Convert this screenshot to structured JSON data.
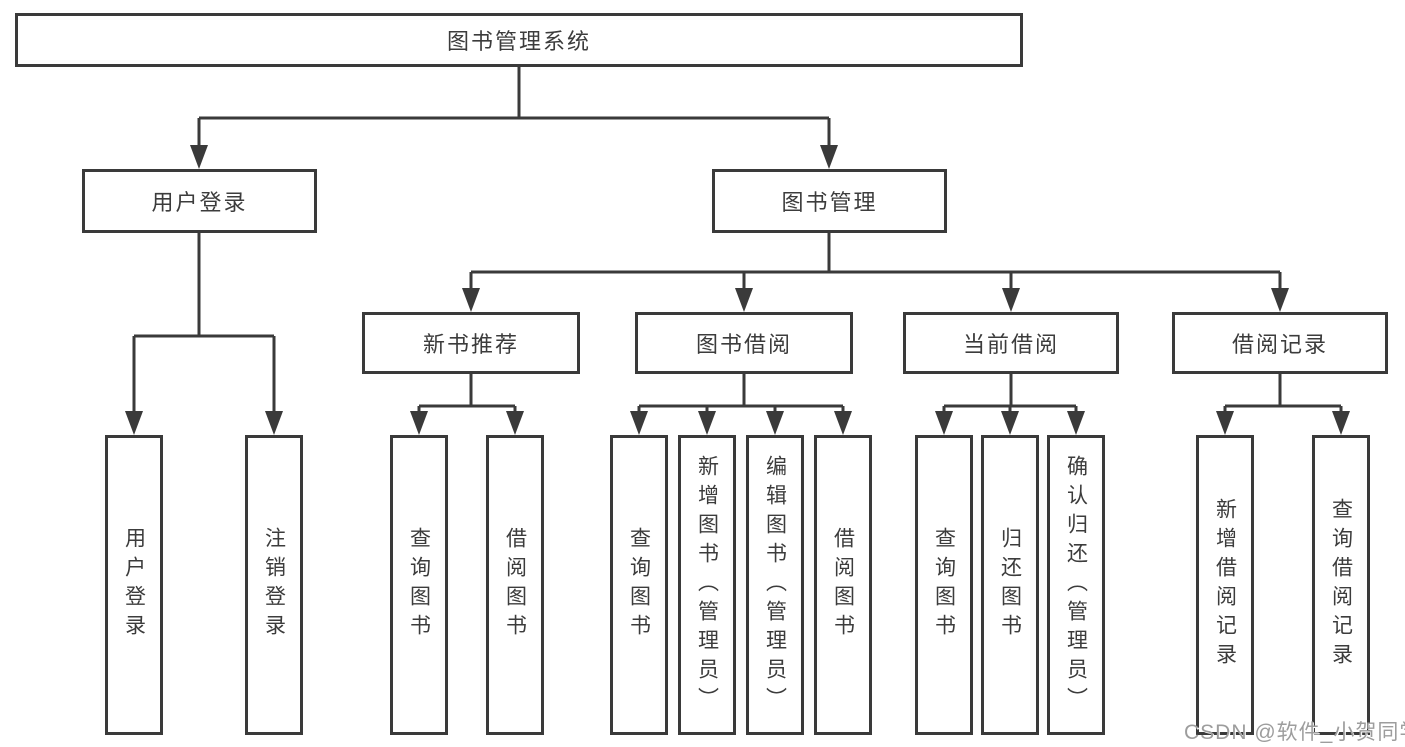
{
  "tree": {
    "root": {
      "label": "图书管理系统"
    },
    "branches": [
      {
        "label": "用户登录",
        "children": [
          {
            "label": "用户登录"
          },
          {
            "label": "注销登录"
          }
        ]
      },
      {
        "label": "图书管理",
        "children": [
          {
            "label": "新书推荐",
            "children": [
              {
                "label": "查询图书"
              },
              {
                "label": "借阅图书"
              }
            ]
          },
          {
            "label": "图书借阅",
            "children": [
              {
                "label": "查询图书"
              },
              {
                "label": "新增图书（管理员）"
              },
              {
                "label": "编辑图书（管理员）"
              },
              {
                "label": "借阅图书"
              }
            ]
          },
          {
            "label": "当前借阅",
            "children": [
              {
                "label": "查询图书"
              },
              {
                "label": "归还图书"
              },
              {
                "label": "确认归还（管理员）"
              }
            ]
          },
          {
            "label": "借阅记录",
            "children": [
              {
                "label": "新增借阅记录"
              },
              {
                "label": "查询借阅记录"
              }
            ]
          }
        ]
      }
    ]
  },
  "watermark": {
    "text": "CSDN @软件_小贺同学"
  },
  "colors": {
    "line": "#3a3a3a",
    "box_border": "#3a3a3a",
    "text": "#3c3c3c",
    "watermark": "#9d9d9d",
    "background": "#ffffff"
  }
}
